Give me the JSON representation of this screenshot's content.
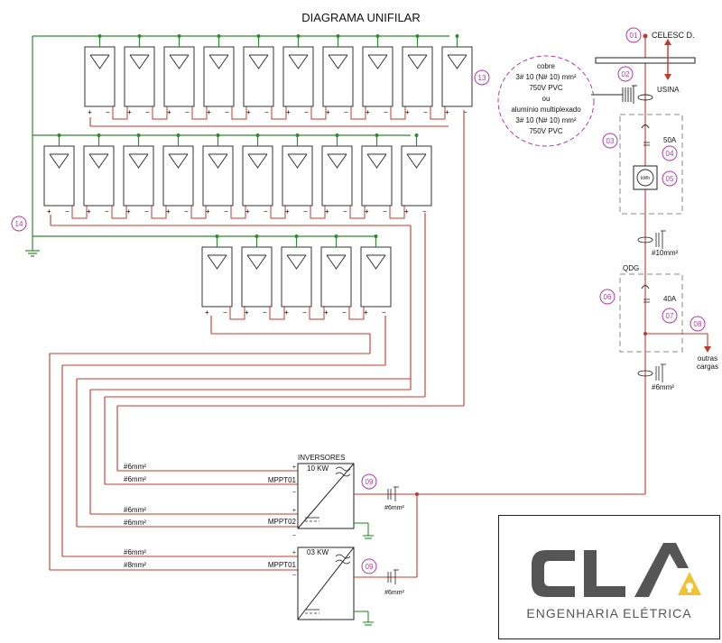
{
  "title": "DIAGRAMA UNIFILAR",
  "callouts": {
    "c01": "01",
    "c02": "02",
    "c03": "03",
    "c04": "04",
    "c05": "05",
    "c06": "06",
    "c07": "07",
    "c08": "08",
    "c09a": "09",
    "c09b": "09",
    "c13": "13",
    "c14": "14"
  },
  "grid": {
    "utility": "CELESC D.",
    "plant": "USINA"
  },
  "cable_note": {
    "l1": "cobre",
    "l2": "3# 10 (N# 10) mm²",
    "l3": "750V PVC",
    "l4": "ou",
    "l5": "alumínio multiplexado",
    "l6": "3# 10 (N# 10) mm²",
    "l7": "750V PVC"
  },
  "breakers": {
    "main": "50A",
    "qdg": "40A"
  },
  "meter": "kWh",
  "cables": {
    "c10": "#10mm²",
    "c6_main": "#6mm²",
    "c6_inv1": "#6mm²",
    "c6_inv2": "#6mm²"
  },
  "qdg_label": "QDG",
  "other_loads": {
    "l1": "outras",
    "l2": "cargas"
  },
  "polarity": {
    "plus": "+",
    "minus": "−"
  },
  "inverters": {
    "header": "INVERSORES",
    "inv1": {
      "power": "10 KW",
      "mppt1": "MPPT01",
      "mppt2": "MPPT02"
    },
    "inv2": {
      "power": "03 KW",
      "mppt1": "MPPT01"
    }
  },
  "wire_labels": {
    "w1": "#6mm²",
    "w2": "#6mm²",
    "w3": "#6mm²",
    "w4": "#6mm²",
    "w5": "#6mm²",
    "w6": "#8mm²"
  },
  "logo": {
    "mark": "CLA",
    "subtitle": "ENGENHARIA ELÉTRICA"
  },
  "colors": {
    "dc_wire": "#c0392b",
    "ground": "#2e8b2e",
    "callout": "#b03ab0",
    "ac_wire": "#c0392b"
  }
}
